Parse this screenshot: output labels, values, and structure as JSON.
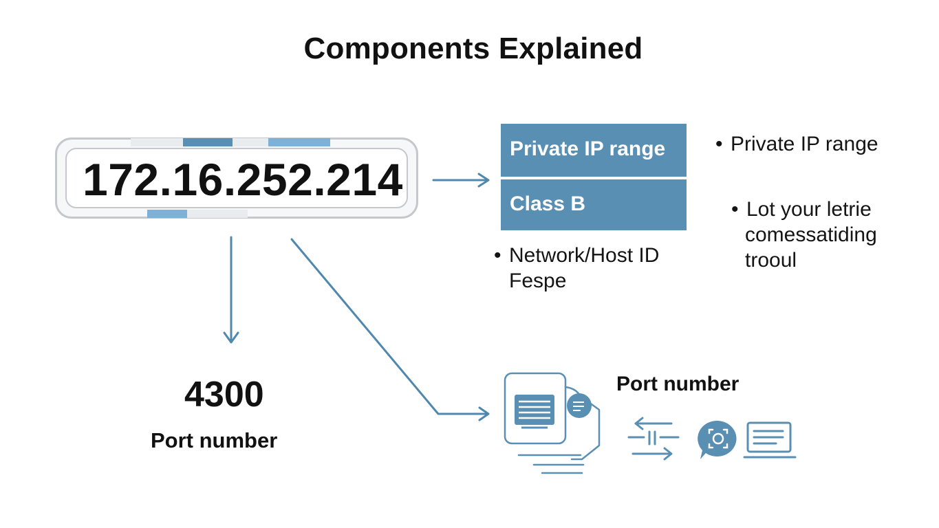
{
  "title": "Components Explained",
  "ip_address": "172.16.252.214",
  "cards": [
    {
      "label": "Private IP range"
    },
    {
      "label": "Class B"
    }
  ],
  "bullets": {
    "private_ip": "Private IP range",
    "network_host": [
      "Network/Host ID",
      "Fespe"
    ],
    "lot": [
      "Lot your letrie",
      "comessatiding",
      "trooul"
    ]
  },
  "port": {
    "value": "4300",
    "label": "Port number"
  },
  "device_label": "Port number",
  "colors": {
    "accent": "#5a8fb4",
    "light_accent": "#7fb0d6",
    "frame": "#c4c7cb"
  },
  "icons": [
    "document-stack-icon",
    "transfer-arrows-icon",
    "chat-search-icon",
    "laptop-icon"
  ]
}
